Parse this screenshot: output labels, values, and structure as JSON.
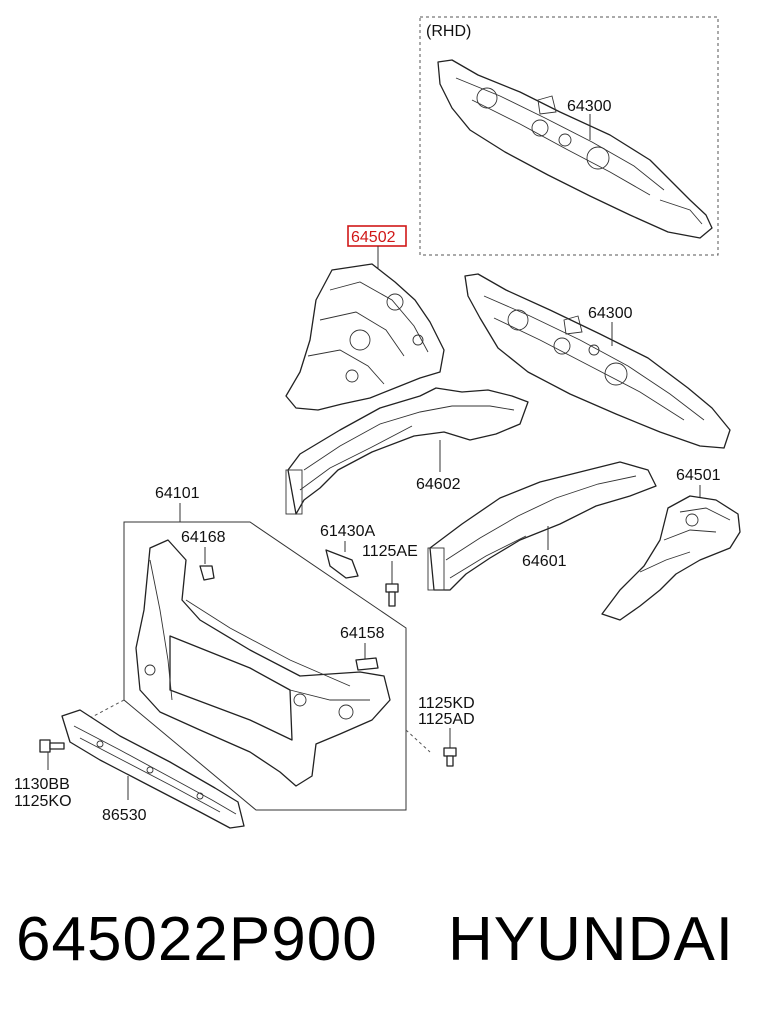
{
  "diagram": {
    "group_label": "(RHD)",
    "labels": {
      "p64300_rhd": "64300",
      "p64502": "64502",
      "p64300": "64300",
      "p64602": "64602",
      "p64101": "64101",
      "p64168": "64168",
      "p61430a": "61430A",
      "p1125ae": "1125AE",
      "p64601": "64601",
      "p64501": "64501",
      "p64158": "64158",
      "p1125kd": "1125KD",
      "p1125ad": "1125AD",
      "p1130bb": "1130BB",
      "p1125ko": "1125KO",
      "p86530": "86530"
    },
    "highlight_color": "#d01818"
  },
  "footer": {
    "part_number": "645022P900",
    "brand": "HYUNDAI"
  }
}
